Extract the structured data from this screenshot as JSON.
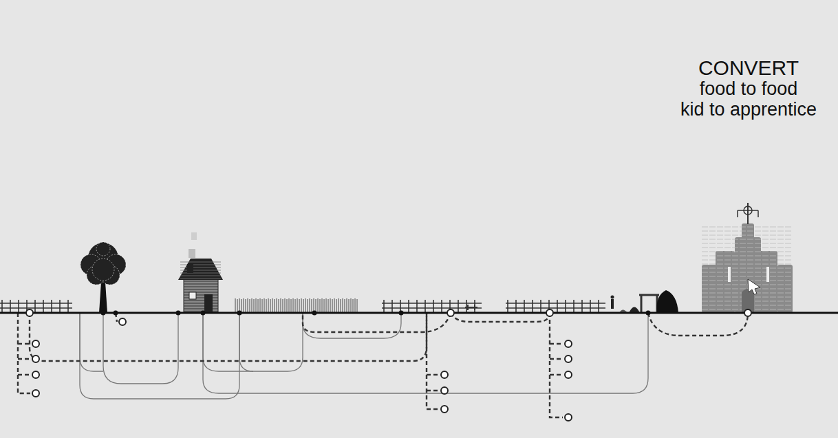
{
  "diagram": {
    "title": "CONVERT",
    "labels": [
      "food to food",
      "kid to apprentice"
    ]
  }
}
